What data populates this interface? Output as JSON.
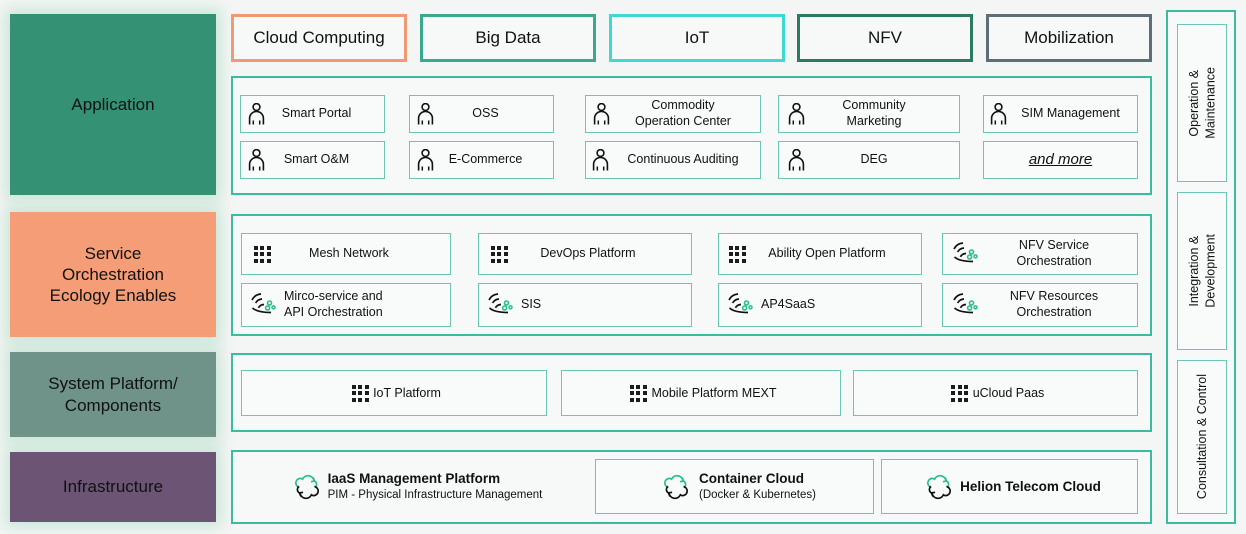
{
  "diagram": {
    "title": "Telecom Cloud Architecture Layer Stack",
    "colors": {
      "application": "#359174",
      "service": "#f59d76",
      "system": "#6f9389",
      "infrastructure": "#6c5475",
      "teal_border": "#3dbba0",
      "teal_light": "#6ac7b3",
      "panel_bg": "#f7f9f8",
      "page_bg": "#f4f6f5"
    }
  },
  "layers": {
    "application": {
      "label": "Application"
    },
    "service": {
      "label": "Service\nOrchestration\nEcology Enables"
    },
    "system": {
      "label": "System Platform/\nComponents"
    },
    "infrastructure": {
      "label": "Infrastructure"
    }
  },
  "domain_pills": [
    {
      "label": "Cloud Computing",
      "color": "#f09972"
    },
    {
      "label": "Big Data",
      "color": "#3aa98c"
    },
    {
      "label": "IoT",
      "color": "#3fd9d1"
    },
    {
      "label": "NFV",
      "color": "#2d7a63"
    },
    {
      "label": "Mobilization",
      "color": "#5f6d7a"
    }
  ],
  "application_items": [
    {
      "label": "Smart Portal",
      "icon": "person-icon"
    },
    {
      "label": "OSS",
      "icon": "person-icon"
    },
    {
      "label": "Commodity\nOperation Center",
      "icon": "person-icon"
    },
    {
      "label": "Community\nMarketing",
      "icon": "person-icon"
    },
    {
      "label": "SIM Management",
      "icon": "person-icon"
    },
    {
      "label": "Smart O&M",
      "icon": "person-icon"
    },
    {
      "label": "E-Commerce",
      "icon": "person-icon"
    },
    {
      "label": "Continuous Auditing",
      "icon": "person-icon"
    },
    {
      "label": "DEG",
      "icon": "person-icon"
    },
    {
      "label": "and more",
      "icon": "none"
    }
  ],
  "service_items": [
    {
      "label": "Mesh Network",
      "icon": "grid-dots-icon"
    },
    {
      "label": "DevOps Platform",
      "icon": "grid-dots-icon"
    },
    {
      "label": "Ability Open Platform",
      "icon": "grid-dots-icon"
    },
    {
      "label": "NFV Service\nOrchestration",
      "icon": "orchestration-swirl-icon"
    },
    {
      "label": "Mirco-service and\nAPI Orchestration",
      "icon": "orchestration-swirl-icon"
    },
    {
      "label": "SIS",
      "icon": "orchestration-swirl-icon"
    },
    {
      "label": "AP4SaaS",
      "icon": "orchestration-swirl-icon"
    },
    {
      "label": "NFV Resources\nOrchestration",
      "icon": "orchestration-swirl-icon"
    }
  ],
  "system_items": [
    {
      "label": "IoT Platform",
      "icon": "grid-dots-icon"
    },
    {
      "label": "Mobile Platform MEXT",
      "icon": "grid-dots-icon"
    },
    {
      "label": "uCloud Paas",
      "icon": "grid-dots-icon"
    }
  ],
  "infrastructure_items": [
    {
      "label": "IaaS Management Platform",
      "sub": "PIM - Physical Infrastructure Management",
      "icon": "cloud-sync-icon"
    },
    {
      "label": "Container Cloud",
      "sub": "(Docker & Kubernetes)",
      "icon": "cloud-sync-icon"
    },
    {
      "label": "Helion Telecom Cloud",
      "sub": "",
      "icon": "cloud-sync-icon"
    }
  ],
  "side_rail": [
    {
      "label": "Operation &\nMaintenance"
    },
    {
      "label": "Integration &\nDevelopment"
    },
    {
      "label": "Consultation & Control"
    }
  ]
}
